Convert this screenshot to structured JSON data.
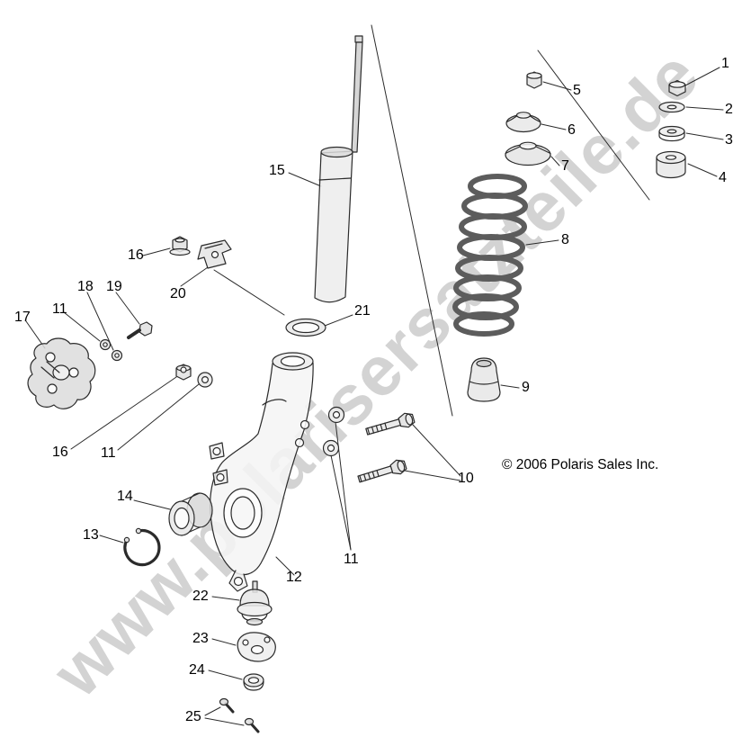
{
  "watermark": {
    "text": "www.polarisersatzteile.de"
  },
  "copyright": {
    "text": "© 2006 Polaris Sales Inc."
  },
  "callouts": [
    {
      "label": "1"
    },
    {
      "label": "2"
    },
    {
      "label": "3"
    },
    {
      "label": "4"
    },
    {
      "label": "5"
    },
    {
      "label": "6"
    },
    {
      "label": "7"
    },
    {
      "label": "8"
    },
    {
      "label": "9"
    },
    {
      "label": "10"
    },
    {
      "label": "11"
    },
    {
      "label": "11"
    },
    {
      "label": "11"
    },
    {
      "label": "12"
    },
    {
      "label": "13"
    },
    {
      "label": "14"
    },
    {
      "label": "15"
    },
    {
      "label": "16"
    },
    {
      "label": "16"
    },
    {
      "label": "17"
    },
    {
      "label": "18"
    },
    {
      "label": "19"
    },
    {
      "label": "20"
    },
    {
      "label": "21"
    },
    {
      "label": "22"
    },
    {
      "label": "23"
    },
    {
      "label": "24"
    },
    {
      "label": "25"
    }
  ]
}
